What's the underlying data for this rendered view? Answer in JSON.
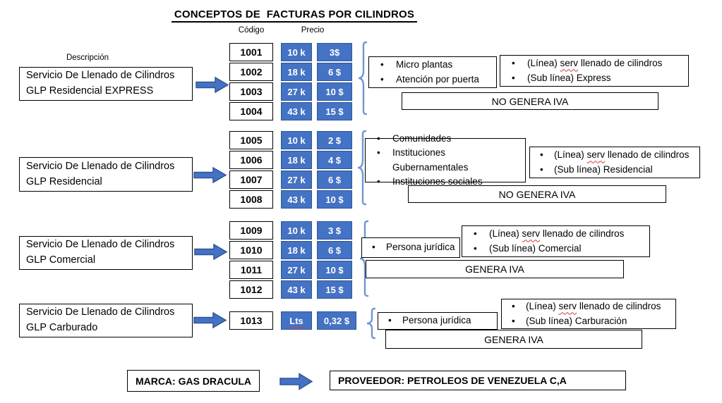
{
  "title": "CONCEPTOS DE  FACTURAS POR CILINDROS",
  "headers": {
    "codigo": "Código",
    "precio": "Precio",
    "descripcion": "Descripción"
  },
  "colors": {
    "blue_fill": "#4472C4",
    "blue_border": "#2F5597",
    "bracket_blue": "#6E96D6",
    "squiggle_red": "#D03B2D"
  },
  "groups": [
    {
      "description_line1": "Servicio De Llenado de Cilindros",
      "description_line2": "GLP Residencial EXPRESS",
      "rows": [
        {
          "code": "1001",
          "size": "10 k",
          "price": "3$"
        },
        {
          "code": "1002",
          "size": "18 k",
          "price": "6 $"
        },
        {
          "code": "1003",
          "size": "27 k",
          "price": "10 $"
        },
        {
          "code": "1004",
          "size": "43 k",
          "price": "15 $"
        }
      ],
      "audience": [
        "Micro plantas",
        "Atención por puerta"
      ],
      "linea_prefix": "(Línea)",
      "linea_word": "serv",
      "linea_suffix": "llenado de cilindros",
      "sublinea": "(Sub línea) Express",
      "iva": "NO GENERA IVA"
    },
    {
      "description_line1": "Servicio De Llenado de Cilindros",
      "description_line2": "GLP Residencial",
      "rows": [
        {
          "code": "1005",
          "size": "10 k",
          "price": "2 $"
        },
        {
          "code": "1006",
          "size": "18 k",
          "price": "4 $"
        },
        {
          "code": "1007",
          "size": "27 k",
          "price": "6 $"
        },
        {
          "code": "1008",
          "size": "43 k",
          "price": "10 $"
        }
      ],
      "audience": [
        "Comunidades",
        "Instituciones Gubernamentales",
        "Instituciones sociales"
      ],
      "linea_prefix": "(Línea)",
      "linea_word": "serv",
      "linea_suffix": "llenado de cilindros",
      "sublinea": "(Sub línea) Residencial",
      "iva": "NO GENERA IVA"
    },
    {
      "description_line1": "Servicio De Llenado de Cilindros",
      "description_line2": "GLP Comercial",
      "rows": [
        {
          "code": "1009",
          "size": "10 k",
          "price": "3 $"
        },
        {
          "code": "1010",
          "size": "18 k",
          "price": "6 $"
        },
        {
          "code": "1011",
          "size": "27 k",
          "price": "10 $"
        },
        {
          "code": "1012",
          "size": "43 k",
          "price": "15 $"
        }
      ],
      "audience": [
        "Persona jurídica"
      ],
      "linea_prefix": "(Línea)",
      "linea_word": "serv",
      "linea_suffix": "llenado de cilindros",
      "sublinea": "(Sub línea) Comercial",
      "iva": "GENERA IVA"
    },
    {
      "description_line1": "Servicio De Llenado de Cilindros",
      "description_line2": "GLP Carburado",
      "rows": [
        {
          "code": "1013",
          "size": "Lts",
          "price": "0,32 $"
        }
      ],
      "audience": [
        "Persona jurídica"
      ],
      "linea_prefix": "(Línea)",
      "linea_word": "serv",
      "linea_suffix": "llenado de cilindros",
      "sublinea": "(Sub línea) Carburación",
      "iva": "GENERA IVA"
    }
  ],
  "footer": {
    "marca": "MARCA: GAS DRACULA",
    "proveedor": "PROVEEDOR: PETROLEOS DE VENEZUELA C,A"
  }
}
